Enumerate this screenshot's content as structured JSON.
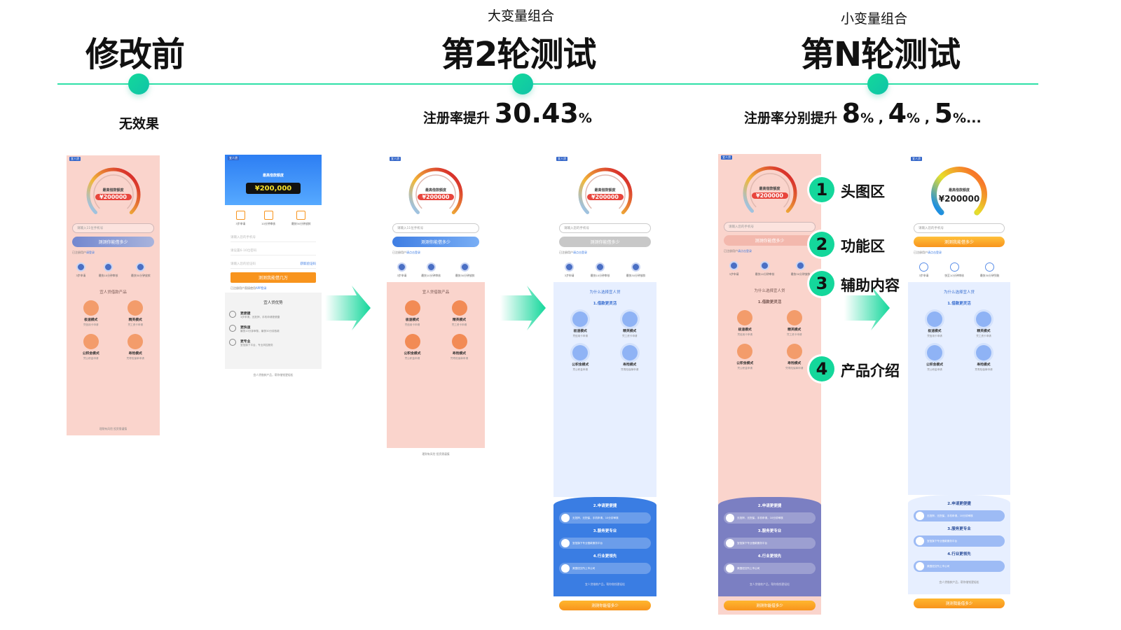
{
  "stages": [
    {
      "subtitle": "",
      "title": "修改前",
      "result_label": "无效果",
      "values": []
    },
    {
      "subtitle": "大变量组合",
      "title": "第2轮测试",
      "result_label": "注册率提升",
      "values": [
        "30.43"
      ]
    },
    {
      "subtitle": "小变量组合",
      "title": "第N轮测试",
      "result_label": "注册率分别提升",
      "values": [
        "8",
        "4",
        "5"
      ],
      "ellipsis": "..."
    }
  ],
  "percent": "%",
  "separator": " , ",
  "colors": {
    "accent": "#14d79b",
    "pink": "#fad4cc",
    "blue": "#3a7de3",
    "orange": "#f8941d",
    "purple": "#7b7fc2"
  },
  "zone_labels": [
    {
      "num": "1",
      "text": "头图区"
    },
    {
      "num": "2",
      "text": "功能区"
    },
    {
      "num": "3",
      "text": "辅助内容"
    },
    {
      "num": "4",
      "text": "产品介绍"
    }
  ],
  "phones": [
    {
      "theme": "pink",
      "gauge": "arc",
      "brand": "宜人贷",
      "gauge_title": "最高借款额度",
      "amount": "¥200000",
      "inputs": [
        "请输入11位手机号"
      ],
      "cta": "测测你能借多少",
      "cta_color": "linear-gradient(90deg,#7387cf,#a8b3dc)",
      "note": "已注册用户",
      "note_link": "请登录",
      "features": [
        "3步申请",
        "最快10分钟审核",
        "最快30分钟放款"
      ],
      "section": "pink",
      "section_title": "宜人贷借款产品",
      "products": [
        {
          "name": "极速模式",
          "desc": "凭信用卡申请"
        },
        {
          "name": "精英模式",
          "desc": "凭工资卡申请"
        },
        {
          "name": "公积金模式",
          "desc": "凭公积金申请"
        },
        {
          "name": "寿险模式",
          "desc": "凭寿险保单申请"
        }
      ],
      "footer": "理财有风险 投资需谨慎"
    },
    {
      "theme": "white",
      "gauge": "digital",
      "brand": "宜人贷",
      "gauge_title": "最高借款额度",
      "amount": "¥200,000",
      "features": [
        "3步申请",
        "10分钟审核",
        "最快30分钟放款"
      ],
      "inputs": [
        "请输入您的手机号",
        "请设置6-16位密码",
        "请输入您的验证码"
      ],
      "code_link": "获取验证码",
      "cta": "测测我能借几万",
      "cta_color": "#f8941d",
      "note": "已注册用户直接使用",
      "note_link": "APP登录",
      "section": "grey",
      "section_title": "宜人贷优势",
      "advantages": [
        {
          "name": "更便捷",
          "desc": "3步申请，无抵押，手机申请更便捷"
        },
        {
          "name": "更快速",
          "desc": "最快10分钟审核，最快30分钟放款"
        },
        {
          "name": "更专业",
          "desc": "宜信旗下平台，专业风控服务"
        }
      ],
      "footer": "宜人贷借款产品，帮你借钱更轻松"
    },
    {
      "theme": "white",
      "gauge": "arc",
      "brand": "宜人贷",
      "gauge_title": "最高借款额度",
      "amount": "¥200000",
      "inputs": [
        "请输入11位手机号"
      ],
      "cta": "测测你能借多少",
      "cta_color": "linear-gradient(90deg,#3f7ee3,#79aef5)",
      "note": "已注册用户",
      "note_link": "请点击登录",
      "features": [
        "3步申请",
        "最快10分钟审核",
        "最快30分钟放款"
      ],
      "section": "pink",
      "section_title": "宜人贷借款产品",
      "products": [
        {
          "name": "极速模式",
          "desc": "凭信用卡申请"
        },
        {
          "name": "精英模式",
          "desc": "凭工资卡申请"
        },
        {
          "name": "公积金模式",
          "desc": "凭公积金申请"
        },
        {
          "name": "寿险模式",
          "desc": "凭寿险保单申请"
        }
      ],
      "footer": "理财有风险 投资需谨慎"
    },
    {
      "theme": "white",
      "gauge": "arc",
      "brand": "宜人贷",
      "gauge_title": "最高借款额度",
      "amount": "¥200000",
      "inputs": [
        "请输入您的手机号"
      ],
      "cta": "测测你能借多少",
      "cta_color": "#c8c8c8",
      "note": "已注册用户",
      "note_link": "请点击登录",
      "features": [
        "3步申请",
        "最快10分钟审核",
        "最快30分钟放款"
      ],
      "section": "blue-light",
      "section_title": "为什么选择宜人贷",
      "section_sub": "1.借款更灵活",
      "products": [
        {
          "name": "极速模式",
          "desc": "凭信用卡申请"
        },
        {
          "name": "精英模式",
          "desc": "凭工资卡申请"
        },
        {
          "name": "公积金模式",
          "desc": "凭公积金申请"
        },
        {
          "name": "寿险模式",
          "desc": "凭寿险保单申请"
        }
      ],
      "wave": "blue",
      "benefits": [
        {
          "title": "2.申请更便捷",
          "desc": "无抵押，无担保，手机申请，10分钟审核"
        },
        {
          "title": "3.服务更专业",
          "desc": "宜信旗下专业借款服务平台"
        },
        {
          "title": "4.行业更领先",
          "desc": "美国纽交所上市公司"
        }
      ],
      "footer": "宜人贷借款产品，帮你借钱更轻松",
      "bottom_cta": "测测你能借多少"
    },
    {
      "theme": "pink",
      "gauge": "arc",
      "brand": "宜人贷",
      "gauge_title": "最高借款额度",
      "amount": "¥200000",
      "inputs": [
        "请输入您的手机号"
      ],
      "cta": "测测你能借多少",
      "cta_color": "#f3b8ad",
      "note": "已注册用户",
      "note_link": "请点击登录",
      "features": [
        "3步申请",
        "最快10分钟审核",
        "最快30分钟放款"
      ],
      "section": "pink",
      "section_title": "为什么选择宜人贷",
      "section_sub": "1.借款更灵活",
      "products": [
        {
          "name": "极速模式",
          "desc": "凭信用卡申请"
        },
        {
          "name": "精英模式",
          "desc": "凭工资卡申请"
        },
        {
          "name": "公积金模式",
          "desc": "凭公积金申请"
        },
        {
          "name": "寿险模式",
          "desc": "凭寿险保单申请"
        }
      ],
      "wave": "purple",
      "benefits": [
        {
          "title": "2.申请更便捷",
          "desc": "无抵押，无担保，手机申请，10分钟审核"
        },
        {
          "title": "3.服务更专业",
          "desc": "宜信旗下专业借款服务平台"
        },
        {
          "title": "4.行业更领先",
          "desc": "美国纽交所上市公司"
        }
      ],
      "footer": "宜人贷借款产品，帮你借钱更轻松",
      "bottom_cta": "测测你能借多少"
    },
    {
      "theme": "white",
      "gauge": "rainbow",
      "brand": "宜人贷",
      "gauge_title": "最高借款额度",
      "amount": "¥200000",
      "inputs": [
        "请输入您的手机号"
      ],
      "cta": "测测我能借多少",
      "cta_color": "linear-gradient(#ffc03a,#f8941d)",
      "note": "已注册用户",
      "note_link": "请点击登录",
      "features": [
        "3步申请",
        "快至10分钟审核",
        "最快30分钟到账"
      ],
      "section": "blue-light",
      "section_title": "为什么选择宜人贷",
      "section_sub": "1.借款更灵活",
      "products": [
        {
          "name": "极速模式",
          "desc": "凭信用卡申请"
        },
        {
          "name": "精英模式",
          "desc": "凭工资卡申请"
        },
        {
          "name": "公积金模式",
          "desc": "凭公积金申请"
        },
        {
          "name": "寿险模式",
          "desc": "凭寿险保单申请"
        }
      ],
      "wave": "light",
      "benefits": [
        {
          "title": "2.申请更便捷",
          "desc": "无抵押，无担保，手机申请，10分钟审核"
        },
        {
          "title": "3.服务更专业",
          "desc": "宜信旗下专业借款服务平台"
        },
        {
          "title": "4.行业更领先",
          "desc": "美国纽交所上市公司"
        }
      ],
      "footer": "宜人贷借款产品，帮你借钱更轻松",
      "bottom_cta": "测测我能借多少"
    }
  ]
}
